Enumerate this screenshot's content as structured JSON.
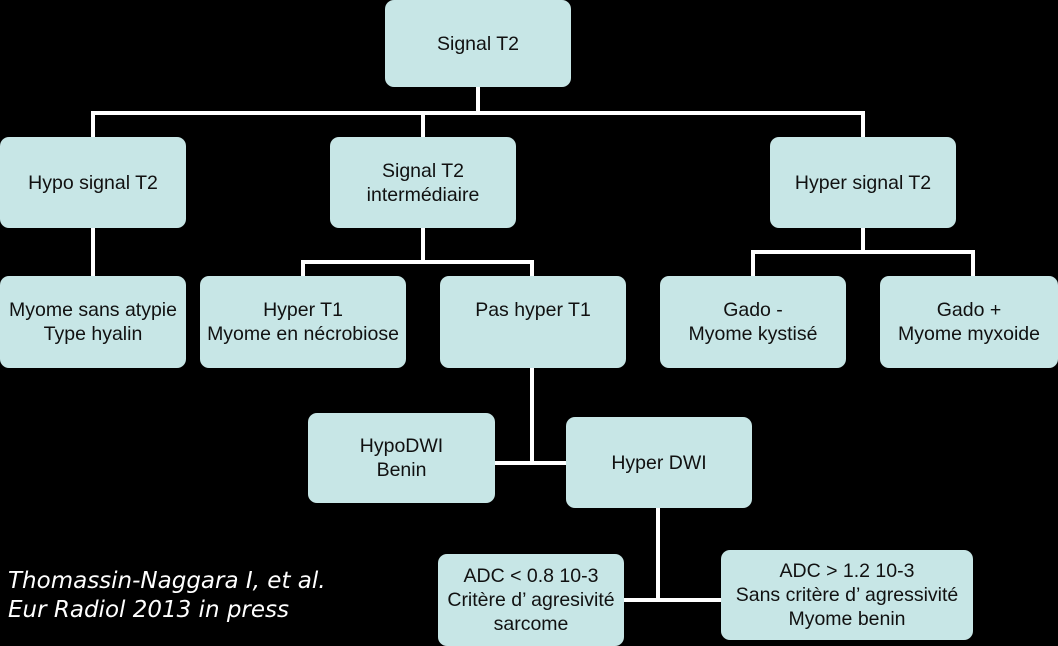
{
  "nodes": {
    "root": [
      "Signal T2"
    ],
    "hypo_t2": [
      "Hypo signal T2"
    ],
    "intermediate_t2": [
      "Signal T2",
      "intermédiaire"
    ],
    "hyper_t2": [
      "Hyper signal T2"
    ],
    "myome_sans_atypie": [
      "Myome sans atypie",
      "Type hyalin"
    ],
    "hyper_t1": [
      "Hyper T1",
      "Myome en nécrobiose"
    ],
    "pas_hyper_t1": [
      "Pas hyper T1"
    ],
    "gado_minus": [
      "Gado -",
      "Myome kystisé"
    ],
    "gado_plus": [
      "Gado +",
      "Myome myxoide"
    ],
    "hypo_dwi": [
      "HypoDWI",
      "Benin"
    ],
    "hyper_dwi": [
      "Hyper DWI"
    ],
    "adc_low": [
      "ADC < 0.8 10-3",
      "Critère d’ agresivité",
      "sarcome"
    ],
    "adc_high": [
      "ADC > 1.2 10-3",
      "Sans critère d’ agressivité",
      "Myome benin"
    ]
  },
  "citation": {
    "line1": "Thomassin-Naggara I, et al.",
    "line2": "Eur Radiol 2013 in press"
  },
  "colors": {
    "background": "#000000",
    "node_fill": "#c7e6e6",
    "connector": "#ffffff",
    "text": "#111111"
  }
}
